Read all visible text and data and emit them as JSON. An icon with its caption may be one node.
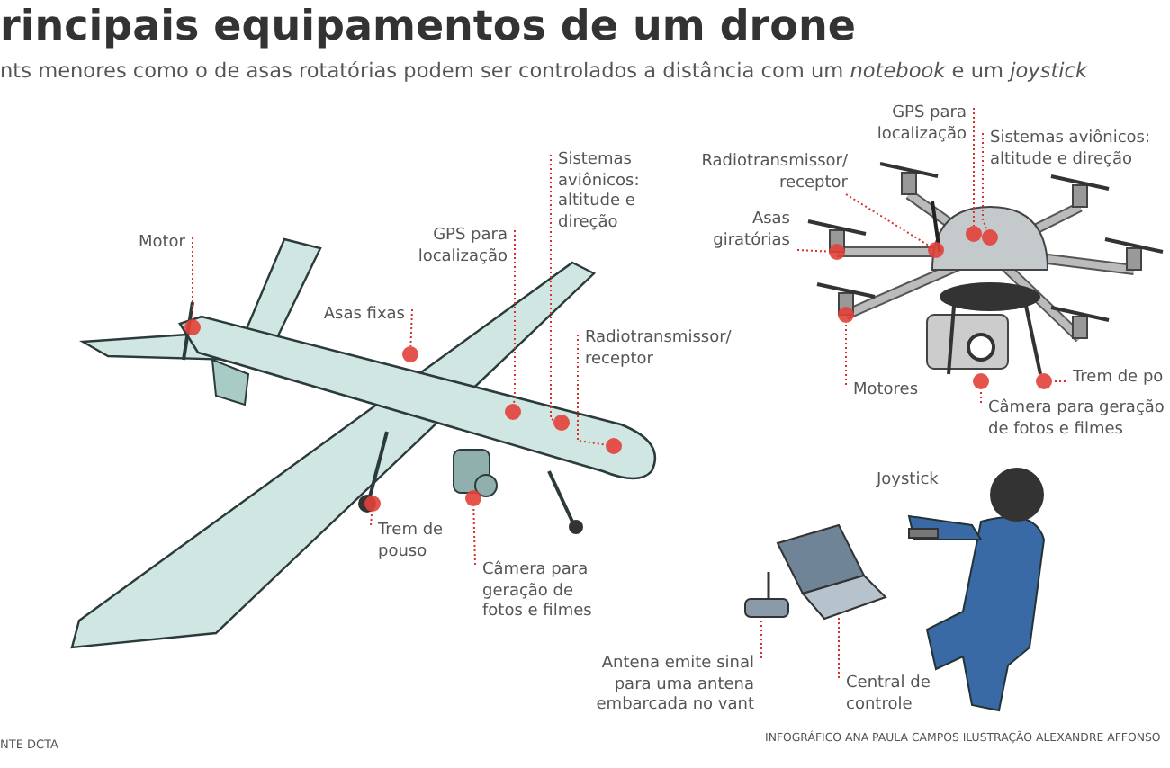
{
  "diagram": {
    "title": "rincipais equipamentos de um drone",
    "nodes": [
      {
        "text": [
          "Motor"
        ]
      },
      {
        "text": [
          "Asas fixas"
        ]
      },
      {
        "text": [
          "GPS para localização"
        ]
      },
      {
        "text": [
          "Sistemas aviônicos: altitude e direção"
        ]
      },
      {
        "text": [
          "Radiotransmissor/ receptor"
        ]
      },
      {
        "text": [
          "Trem de pouso"
        ]
      },
      {
        "text": [
          "Câmera para geração de fotos e filmes"
        ]
      },
      {
        "text": [
          "GPS para localização"
        ]
      },
      {
        "text": [
          "Sistemas aviônicos: altitude e direção"
        ]
      },
      {
        "text": [
          "Radiotransmissor/ receptor"
        ]
      },
      {
        "text": [
          "Asas giratórias"
        ]
      },
      {
        "text": [
          "Motores"
        ]
      },
      {
        "text": [
          "Trem de po"
        ]
      },
      {
        "text": [
          "Câmera para geração de fotos e filmes"
        ]
      },
      {
        "text": [
          "Antena emite sinal para uma antena embarcada no vant"
        ]
      },
      {
        "text": [
          "Central de controle"
        ]
      },
      {
        "text": [],
        "shape": "circle"
      },
      {
        "text": [],
        "shape": "circle"
      },
      {
        "text": [],
        "shape": "circle"
      },
      {
        "text": [],
        "shape": "circle"
      },
      {
        "text": [],
        "shape": "circle"
      },
      {
        "text": [],
        "shape": "circle"
      },
      {
        "text": [],
        "shape": "circle"
      },
      {
        "text": [],
        "shape": "circle"
      },
      {
        "text": [],
        "shape": "circle"
      },
      {
        "text": [],
        "shape": "circle"
      },
      {
        "text": [],
        "shape": "circle"
      },
      {
        "text": [],
        "shape": "circle"
      },
      {
        "text": [],
        "shape": "circle"
      },
      {
        "text": [],
        "shape": "circle"
      },
      {
        "text": [],
        "shape": "picture"
      },
      {
        "text": [],
        "shape": "picture"
      }
    ],
    "edges": [
      {
        "from": 0,
        "to": 16,
        "arrow": "none"
      },
      {
        "from": 1,
        "to": 17,
        "arrow": "none"
      },
      {
        "from": 2,
        "to": 18,
        "arrow": "none"
      },
      {
        "from": 3,
        "to": 19,
        "arrow": "none"
      },
      {
        "from": 4,
        "to": 20,
        "arrow": "none"
      },
      {
        "from": 5,
        "to": 21,
        "arrow": "none"
      },
      {
        "from": 6,
        "to": 22,
        "arrow": "none"
      },
      {
        "from": 7,
        "to": 23,
        "arrow": "none"
      },
      {
        "from": 8,
        "to": 24,
        "arrow": "none"
      },
      {
        "from": 9,
        "to": 25,
        "arrow": "none"
      },
      {
        "from": 10,
        "to": 26,
        "arrow": "none"
      },
      {
        "from": 11,
        "to": 27,
        "arrow": "none"
      },
      {
        "from": 12,
        "to": 28,
        "arrow": "none"
      },
      {
        "from": 13,
        "to": 29,
        "arrow": "none"
      },
      {
        "from": 14,
        "to": 30,
        "arrow": "none"
      },
      {
        "from": 15,
        "to": 31,
        "arrow": "none"
      }
    ],
    "labels": [
      "nts menores como o de asas rotatórias podem ser controlados a distância com um *notebook* e um *joystick*",
      "Joystick",
      "NTE DCTA",
      "INFOGRÁFICO ANA PAULA CAMPOS ILUSTRAÇÃO ALEXANDRE AFFONSO"
    ]
  }
}
